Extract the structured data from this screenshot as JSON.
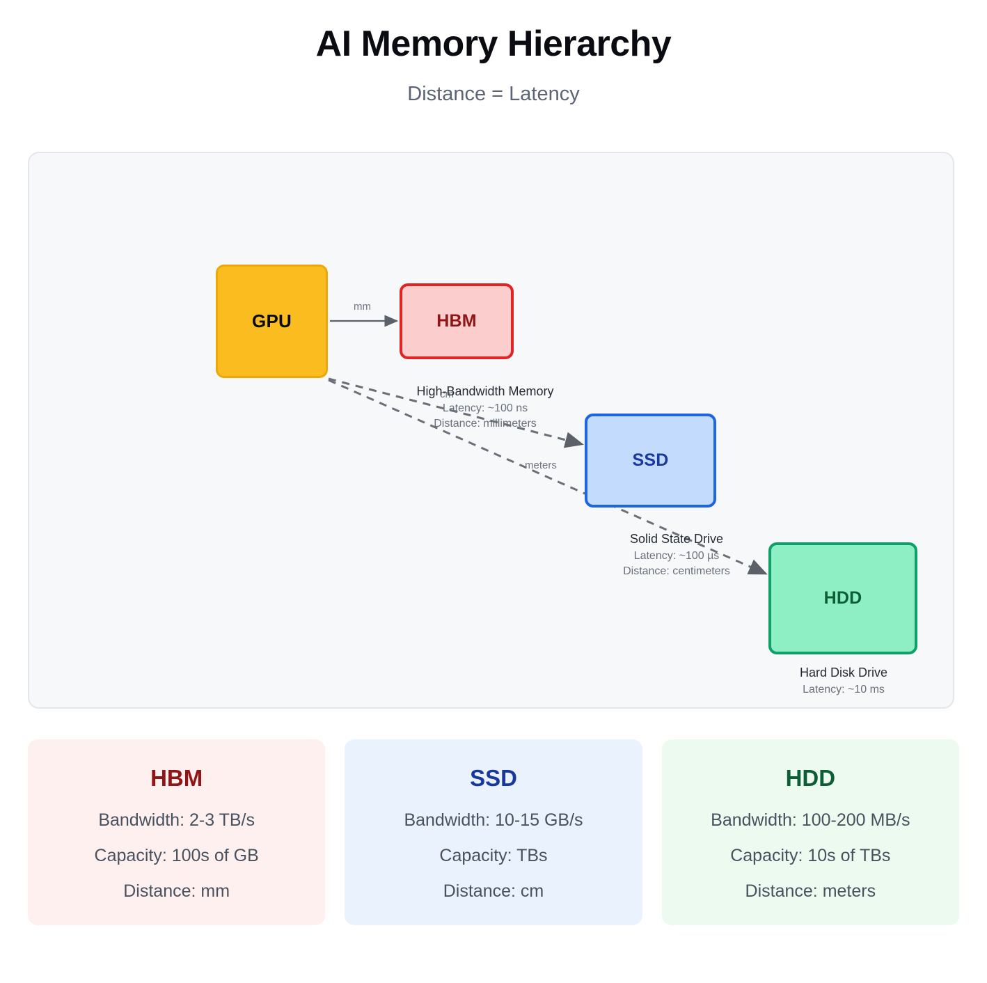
{
  "header": {
    "title": "AI Memory Hierarchy",
    "subtitle": "Distance = Latency"
  },
  "diagram": {
    "nodes": [
      {
        "id": "gpu",
        "label": "GPU",
        "fill": "#fbbc20",
        "stroke": "#eaa908",
        "text_color": "#0a0c12"
      },
      {
        "id": "hbm",
        "label": "HBM",
        "fill": "#fbcdcd",
        "stroke": "#e02424",
        "text_color": "#8e1616"
      },
      {
        "id": "ssd",
        "label": "SSD",
        "fill": "#c3dbfd",
        "stroke": "#1e66e0",
        "text_color": "#18389e"
      },
      {
        "id": "hdd",
        "label": "HDD",
        "fill": "#8eeec4",
        "stroke": "#0fa06a",
        "text_color": "#0d5e36"
      }
    ],
    "edges": [
      {
        "id": "gpu-hbm",
        "label": "mm",
        "style": "solid"
      },
      {
        "id": "gpu-ssd",
        "label": "cm",
        "style": "dashed"
      },
      {
        "id": "gpu-hdd",
        "label": "meters",
        "style": "dashed"
      }
    ],
    "annotations": [
      {
        "id": "hbm",
        "title": "High-Bandwidth Memory",
        "latency": "Latency: ~100 ns",
        "distance": "Distance: millimeters"
      },
      {
        "id": "ssd",
        "title": "Solid State Drive",
        "latency": "Latency: ~100 µs",
        "distance": "Distance: centimeters"
      },
      {
        "id": "hdd",
        "title": "Hard Disk Drive",
        "latency": "Latency: ~10 ms",
        "distance": ""
      }
    ]
  },
  "cards": [
    {
      "id": "hbm",
      "title": "HBM",
      "bandwidth": "Bandwidth: 2-3 TB/s",
      "capacity": "Capacity: 100s of GB",
      "distance": "Distance: mm",
      "accent": "#8e1616",
      "background": "#fdf0ef"
    },
    {
      "id": "ssd",
      "title": "SSD",
      "bandwidth": "Bandwidth: 10-15 GB/s",
      "capacity": "Capacity: TBs",
      "distance": "Distance: cm",
      "accent": "#18389e",
      "background": "#eaf2fe"
    },
    {
      "id": "hdd",
      "title": "HDD",
      "bandwidth": "Bandwidth: 100-200 MB/s",
      "capacity": "Capacity: 10s of TBs",
      "distance": "Distance: meters",
      "accent": "#0d5e36",
      "background": "#ecfaf0"
    }
  ]
}
